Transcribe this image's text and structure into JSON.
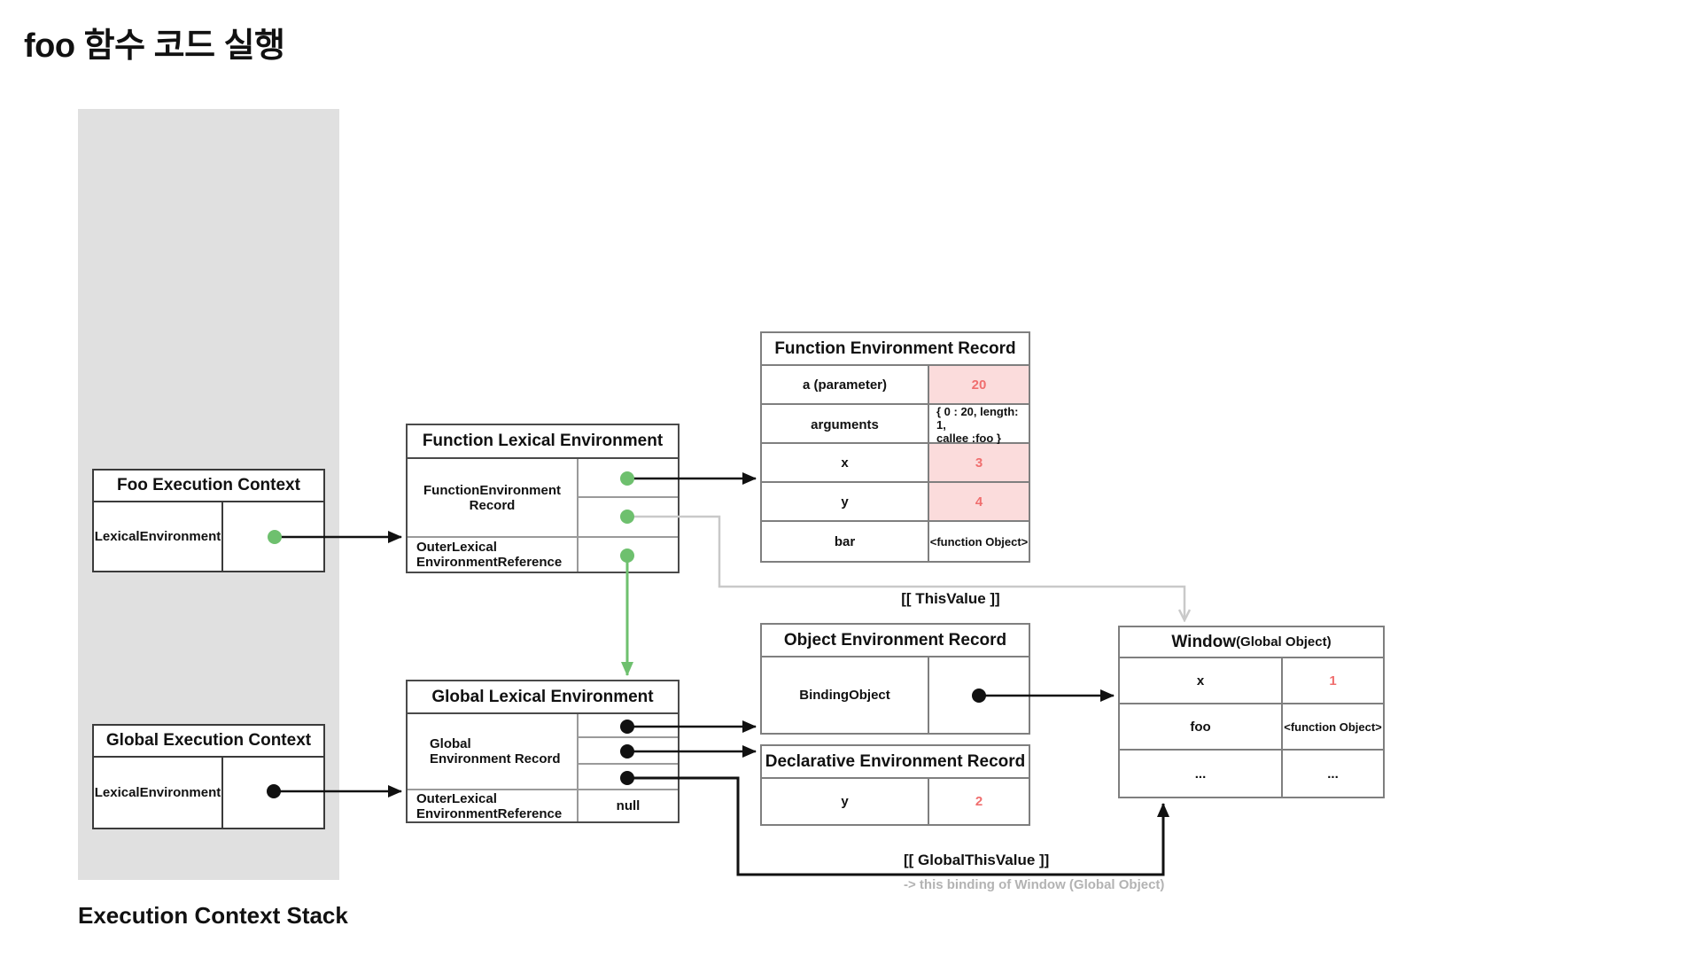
{
  "title": "foo 함수 코드 실행",
  "stack": {
    "label": "Execution Context Stack",
    "foo_context": {
      "title": "Foo Execution Context",
      "row_label": "LexicalEnvironment"
    },
    "global_context": {
      "title": "Global Execution Context",
      "row_label": "LexicalEnvironment"
    }
  },
  "function_lexical_environment": {
    "title": "Function Lexical Environment",
    "record_label": "FunctionEnvironment\nRecord",
    "outer_label": "OuterLexical\nEnvironmentReference"
  },
  "global_lexical_environment": {
    "title": "Global Lexical Environment",
    "record_label": "Global\nEnvironment Record",
    "outer_label": "OuterLexical\nEnvironmentReference",
    "outer_value": "null"
  },
  "function_environment_record": {
    "title": "Function Environment Record",
    "rows": [
      {
        "key": "a (parameter)",
        "value": "20"
      },
      {
        "key": "arguments",
        "value": "{ 0 : 20, length: 1,\ncallee :foo }"
      },
      {
        "key": "x",
        "value": "3"
      },
      {
        "key": "y",
        "value": "4"
      },
      {
        "key": "bar",
        "value": "<function Object>"
      }
    ]
  },
  "object_environment_record": {
    "title": "Object Environment Record",
    "row_label": "BindingObject"
  },
  "declarative_environment_record": {
    "title": "Declarative Environment Record",
    "rows": [
      {
        "key": "y",
        "value": "2"
      }
    ]
  },
  "window_object": {
    "title_main": "Window",
    "title_sub": "(Global Object)",
    "rows": [
      {
        "key": "x",
        "value": "1"
      },
      {
        "key": "foo",
        "value": "<function Object>"
      },
      {
        "key": "...",
        "value": "..."
      }
    ]
  },
  "annotations": {
    "this_value": "[[ ThisValue ]]",
    "global_this_value": "[[ GlobalThisValue ]]",
    "global_this_note": "-> this binding of Window (Global Object)"
  },
  "colors": {
    "accent_green": "#6ec06e",
    "highlight_pink": "#fbdcdc",
    "value_red": "#f06e6e",
    "gray_connector": "#c9c9c9",
    "note_gray": "#b3b3b3",
    "stack_background": "#e0e0e0"
  }
}
